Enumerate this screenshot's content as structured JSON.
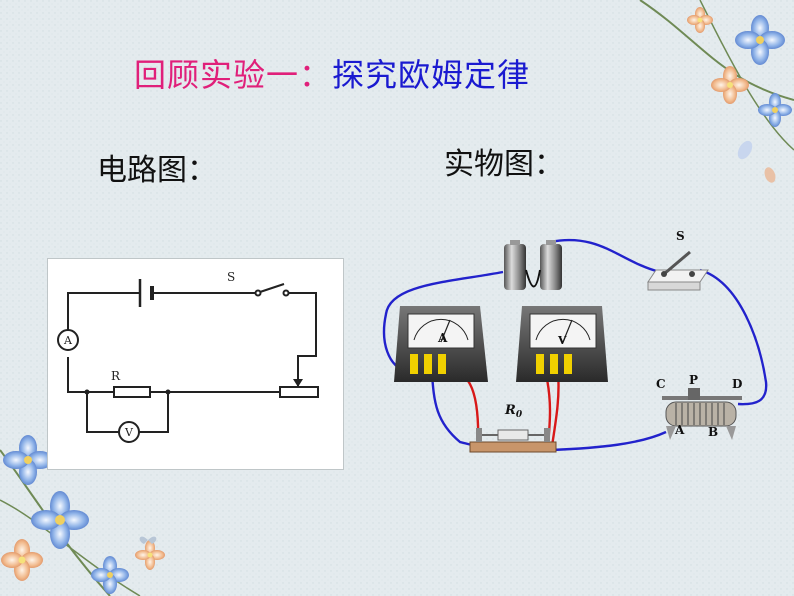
{
  "slide": {
    "title_part1": "回顾实验一：",
    "title_part2": "探究欧姆定律",
    "circuit_label": "电路图：",
    "physical_label": "实物图："
  },
  "schematic": {
    "switch_label": "S",
    "resistor_label": "R",
    "ammeter_label": "A",
    "voltmeter_label": "V"
  },
  "physical": {
    "switch_label": "S",
    "ammeter_label": "A",
    "voltmeter_label": "V",
    "resistor_label": "R",
    "resistor_sub": "0",
    "terminal_c": "C",
    "terminal_p": "P",
    "terminal_d": "D",
    "terminal_a": "A",
    "terminal_b": "B"
  },
  "colors": {
    "title_red": "#e0207a",
    "title_blue": "#1a1ad0",
    "wire_blue": "#2222cc",
    "wire_red": "#d81818"
  }
}
